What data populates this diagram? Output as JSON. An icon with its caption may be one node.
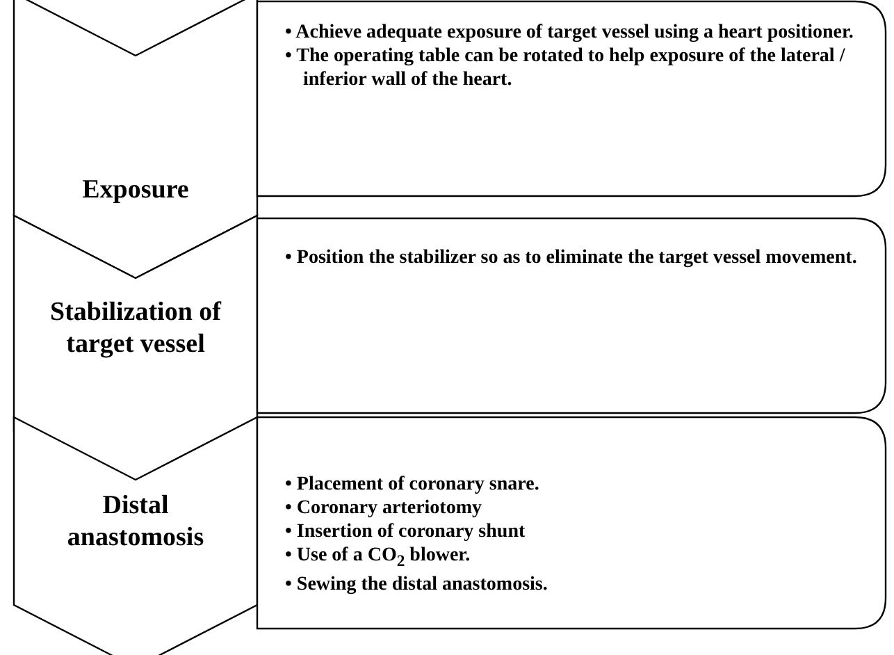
{
  "diagram": {
    "nodes": [
      {
        "text": [
          "Exposure"
        ]
      },
      {
        "text": [
          "• Achieve adequate exposure of target vessel using a heart positioner.",
          "• The operating table can be rotated to help exposure of the lateral / inferior wall of the heart."
        ]
      },
      {
        "text": [
          "Stabilization of target vessel"
        ]
      },
      {
        "text": [
          "• Position the stabilizer so as to eliminate the target vessel movement."
        ]
      },
      {
        "text": [
          "Distal anastomosis"
        ]
      },
      {
        "text": [
          "• Placement of coronary snare.",
          "• Coronary arteriotomy",
          "• Insertion of coronary shunt",
          "• Use of a CO$_{2}$ blower.",
          "• Sewing the distal anastomosis."
        ]
      }
    ]
  }
}
